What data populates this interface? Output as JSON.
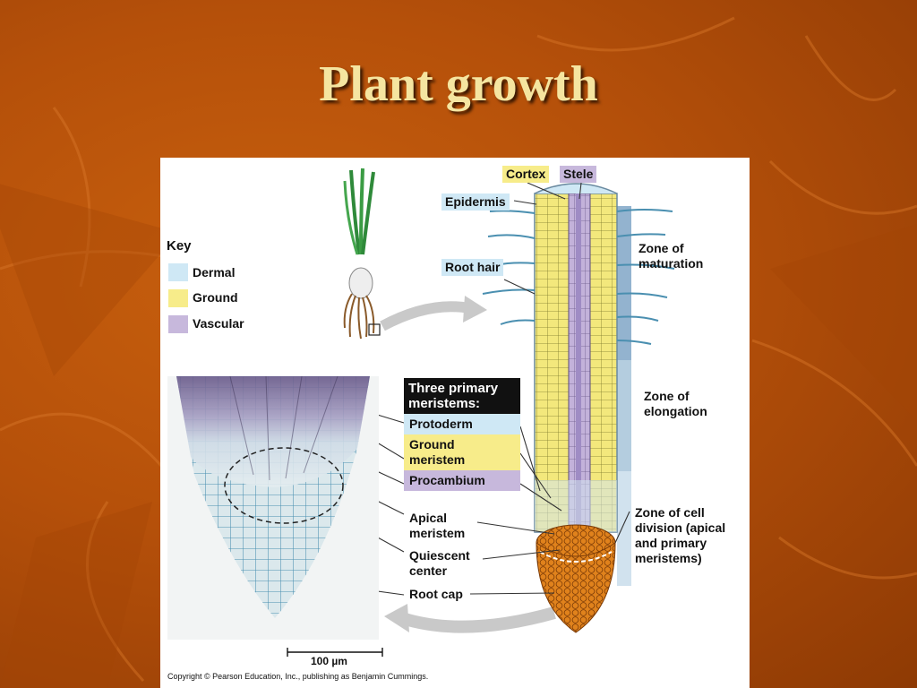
{
  "slide": {
    "title": "Plant growth"
  },
  "figure": {
    "key": {
      "title": "Key",
      "items": [
        {
          "label": "Dermal",
          "color": "#cfe8f5"
        },
        {
          "label": "Ground",
          "color": "#f7ec8a"
        },
        {
          "label": "Vascular",
          "color": "#c7b8dc"
        }
      ]
    },
    "root_labels": {
      "cortex": "Cortex",
      "stele": "Stele",
      "epidermis": "Epidermis",
      "root_hair": "Root hair"
    },
    "zones": {
      "maturation": "Zone of\nmaturation",
      "elongation": "Zone of\nelongation",
      "cell_division": "Zone of cell\ndivision (apical\nand primary\nmeristems)"
    },
    "meristems": {
      "header": "Three primary\nmeristems:",
      "protoderm": "Protoderm",
      "ground": "Ground\nmeristem",
      "procambium": "Procambium"
    },
    "tip_labels": {
      "apical": "Apical\nmeristem",
      "quiescent": "Quiescent\ncenter",
      "root_cap": "Root cap"
    },
    "scale_bar": "100 µm",
    "copyright": "Copyright © Pearson Education, Inc., publishing as Benjamin Cummings."
  }
}
